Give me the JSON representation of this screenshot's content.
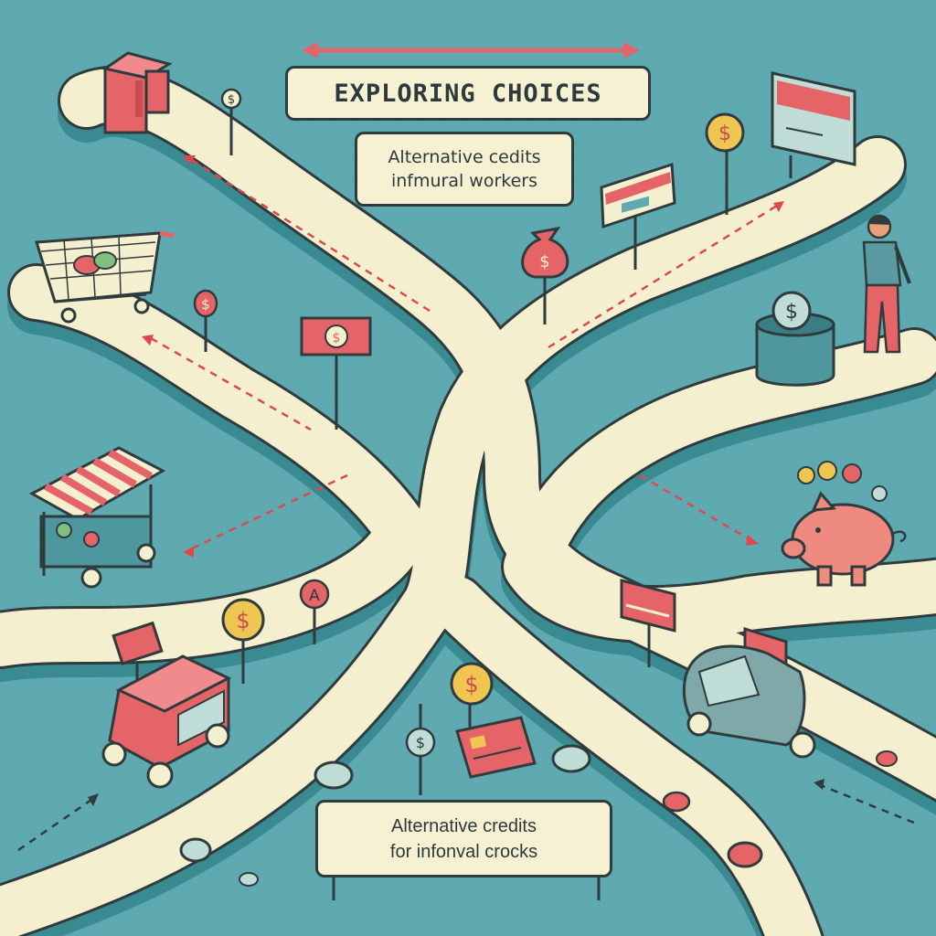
{
  "title": "EXPLORING CHOICES",
  "subtitle": {
    "line1": "Alternative cedits",
    "line2": "infmural workers"
  },
  "bottom_sign": {
    "line1": "Alternative credits",
    "line2": "for infonval crocks"
  },
  "sign_letter": "A",
  "currency_symbol": "$",
  "colors": {
    "background": "#5faab0",
    "road": "#f3efcf",
    "road_edge": "#3a8a92",
    "accent_red": "#e46468",
    "coin_gold": "#f0c653",
    "outline": "#2f3b3d",
    "arrow_dash": "#e0474c"
  },
  "icons": [
    "kiosk-icon",
    "shopping-cart-icon",
    "market-stall-icon",
    "delivery-truck-icon",
    "money-bag-icon",
    "piggy-bank-icon",
    "coin-bucket-icon",
    "credit-card-icon",
    "billboard-icon",
    "person-icon",
    "tuk-tuk-icon"
  ]
}
